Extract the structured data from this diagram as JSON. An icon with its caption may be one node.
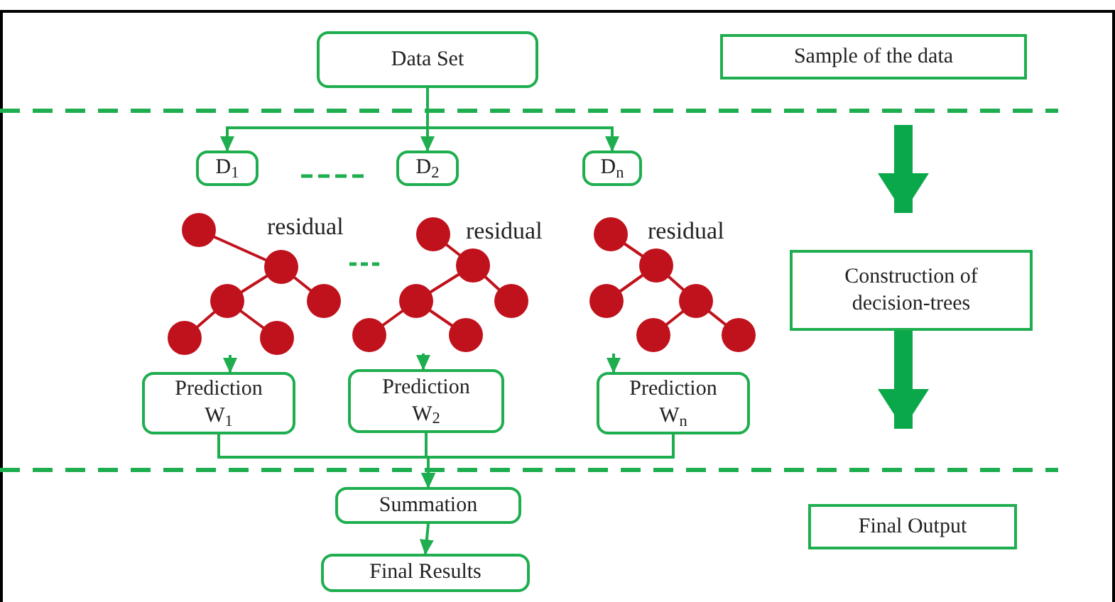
{
  "diagram": {
    "nodes": [
      {
        "text": [
          "Data Set"
        ]
      },
      {
        "text": [
          "Sample of the data"
        ]
      },
      {
        "text": [
          "D$_{1}$"
        ]
      },
      {
        "text": [
          "D$_{2}$"
        ]
      },
      {
        "text": [
          "D$_{n}$"
        ]
      },
      {
        "text": [
          "residual"
        ]
      },
      {
        "text": [
          "residual"
        ]
      },
      {
        "text": [
          "residual"
        ]
      },
      {
        "text": [
          "Construction of decision-trees"
        ]
      },
      {
        "text": [
          "Prediction W$_{1}$"
        ]
      },
      {
        "text": [
          "Prediction W$_{2}$"
        ]
      },
      {
        "text": [
          "Prediction W$_{n}$"
        ]
      },
      {
        "text": [
          "Summation"
        ]
      },
      {
        "text": [
          "Final Output"
        ]
      },
      {
        "text": [
          "Final Results"
        ]
      }
    ],
    "edges": [
      {
        "from": 0,
        "to": 2,
        "arrow": "to"
      },
      {
        "from": 0,
        "to": 3,
        "arrow": "to"
      },
      {
        "from": 0,
        "to": 4,
        "arrow": "to"
      },
      {
        "from": 5,
        "to": 9,
        "arrow": "to"
      },
      {
        "from": 6,
        "to": 10,
        "arrow": "to"
      },
      {
        "from": 7,
        "to": 11,
        "arrow": "to"
      },
      {
        "from": 9,
        "to": 12,
        "arrow": "to"
      },
      {
        "from": 10,
        "to": 12,
        "arrow": "to"
      },
      {
        "from": 11,
        "to": 12,
        "arrow": "to"
      },
      {
        "from": 12,
        "to": 14,
        "arrow": "to"
      },
      {
        "from": null,
        "to": 8,
        "arrow": "to",
        "style": "thick"
      },
      {
        "from": 8,
        "to": 13,
        "arrow": "to",
        "style": "thick"
      }
    ]
  }
}
